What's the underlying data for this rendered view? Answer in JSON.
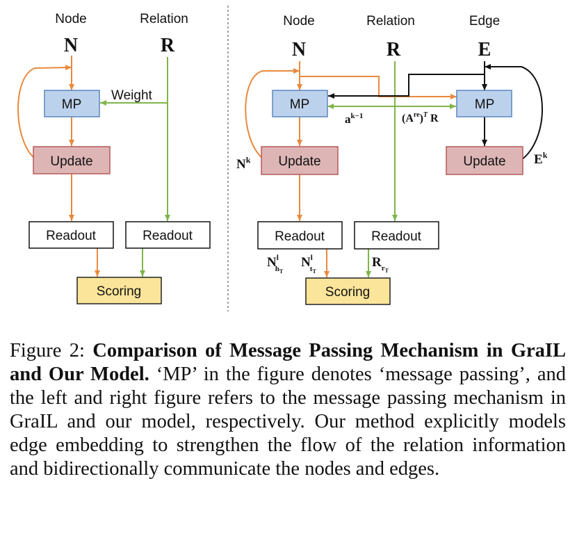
{
  "colors": {
    "orange": "#e9893e",
    "green": "#7fb54a",
    "mp_fill": "#bcd2ec",
    "mp_stroke": "#5d86bd",
    "update_fill": "#deb5b5",
    "update_stroke": "#b5585a",
    "scoring_fill": "#fbe59a",
    "scoring_stroke": "#222222"
  },
  "left": {
    "node_header": "Node",
    "relation_header": "Relation",
    "node_symbol": "N",
    "relation_symbol": "R",
    "weight_label": "Weight",
    "mp_label": "MP",
    "update_label": "Update",
    "readout_node_label": "Readout",
    "readout_relation_label": "Readout",
    "scoring_label": "Scoring"
  },
  "right": {
    "node_header": "Node",
    "relation_header": "Relation",
    "edge_header": "Edge",
    "node_symbol": "N",
    "relation_symbol": "R",
    "edge_symbol": "E",
    "mp_node_label": "MP",
    "mp_edge_label": "MP",
    "update_node_label": "Update",
    "update_edge_label": "Update",
    "readout_node_label": "Readout",
    "readout_relation_label": "Readout",
    "scoring_label": "Scoring",
    "attn_base": "a",
    "attn_sup": "k−1",
    "are_open": "(A",
    "are_sup": "re",
    "are_close": ")",
    "are_T": "T",
    "are_R": " R",
    "nk_base": "N",
    "nk_sup": "k",
    "ek_base": "E",
    "ek_sup": "k",
    "nh_base": "N",
    "nh_sup": "l",
    "nh_sub": "h",
    "nh_subsub": "T",
    "nt_base": "N",
    "nt_sup": "l",
    "nt_sub": "t",
    "nt_subsub": "T",
    "rr_base": "R",
    "rr_sub": "r",
    "rr_subsub": "T"
  },
  "caption": {
    "fig_label": "Figure 2: ",
    "bold_title": "Comparison of Message Passing Mechanism in GraIL and Our Model.",
    "body": " ‘MP’ in the figure denotes ‘message passing’, and the left and right figure refers to the message passing mechanism in GraIL and our model, respectively. Our method explicitly models edge embedding to strengthen the flow of the relation information and bidirectionally communicate the nodes and edges."
  }
}
